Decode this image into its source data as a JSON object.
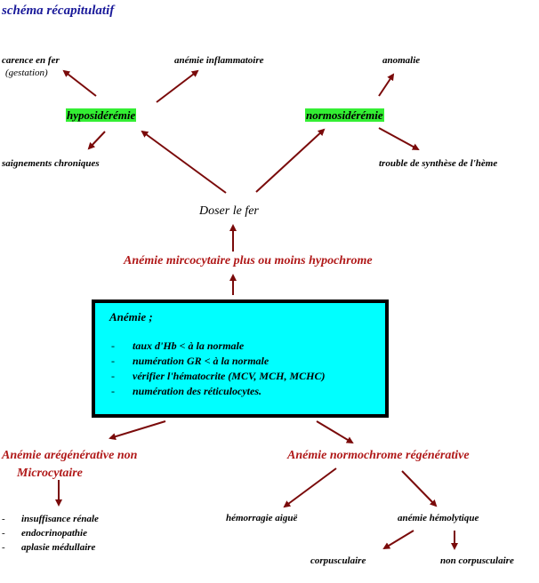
{
  "title": "schéma récapitulatif",
  "nodes": {
    "carence_fer": "carence en fer",
    "gestation": "(gestation)",
    "anemie_inflammatoire": "anémie inflammatoire",
    "anomalie": "anomalie",
    "hyposideremie": "hyposidérémie",
    "normosideremie": "normosidérémie",
    "saignements": "saignements chroniques",
    "trouble_synthese": "trouble de synthèse de l'hème",
    "doser_fer": "Doser le fer",
    "anemie_microcytaire": "Anémie mircocytaire plus ou moins hypochrome",
    "anemie_aregenerative_1": "Anémie arégénérative non",
    "anemie_aregenerative_2": "Microcytaire",
    "anemie_normochrome": "Anémie normochrome régénérative",
    "hemorragie": "hémorragie aiguë",
    "anemie_hemolytique": "anémie hémolytique",
    "corpusculaire": "corpusculaire",
    "non_corpusculaire": "non corpusculaire"
  },
  "box": {
    "heading": "Anémie ;",
    "items": [
      "taux d'Hb < à la normale",
      "numération GR <  à la normale",
      "vérifier l'hématocrite (MCV, MCH, MCHC)",
      "numération des réticulocytes."
    ],
    "bullet": "-"
  },
  "aregenerative_causes": {
    "items": [
      "insuffisance rénale",
      "endocrinopathie",
      "aplasie médullaire"
    ],
    "bullet": "-"
  },
  "colors": {
    "title": "#1a1a9a",
    "red_text": "#b01818",
    "arrow": "#7a0a0a",
    "highlight": "#33ee33",
    "box_fill": "#00ffff"
  }
}
